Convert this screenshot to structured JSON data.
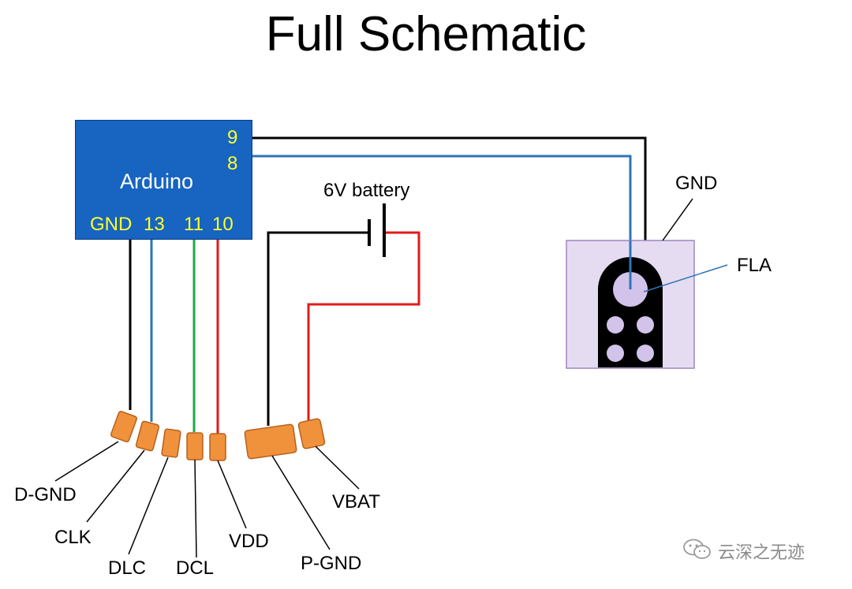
{
  "title": "Full Schematic",
  "arduino": {
    "label": "Arduino",
    "pins": {
      "p9": "9",
      "p8": "8",
      "gnd": "GND",
      "p13": "13",
      "p11": "11",
      "p10": "10"
    }
  },
  "battery": {
    "label": "6V battery"
  },
  "motor": {
    "gnd_label": "GND",
    "fla_label": "FLA"
  },
  "connector_labels": {
    "d_gnd": "D-GND",
    "clk": "CLK",
    "dlc": "DLC",
    "dcl": "DCL",
    "vdd": "VDD",
    "p_gnd": "P-GND",
    "vbat": "VBAT"
  },
  "watermark": {
    "text": "云深之无迹",
    "icon": "wechat-icon"
  },
  "colors": {
    "arduino_blue": "#1764c1",
    "pin_yellow": "#ffff2e",
    "wire_black": "#000000",
    "wire_blue": "#2e75b6",
    "wire_green": "#1ea94b",
    "wire_red": "#e31a1a",
    "pad_orange": "#f0913c",
    "motor_purple": "#e6dcf2"
  }
}
